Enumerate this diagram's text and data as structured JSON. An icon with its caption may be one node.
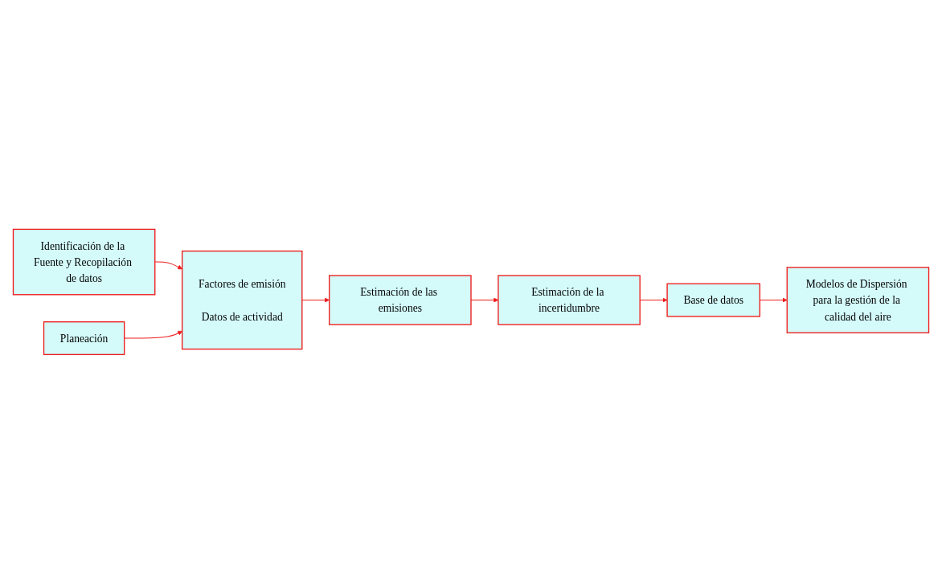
{
  "diagram": {
    "nodes": [
      {
        "text": [
          "Identificación de la Fuente y Recopilación de datos"
        ]
      },
      {
        "text": [
          "Planeación"
        ]
      },
      {
        "text": [
          "Factores de emisión",
          "Datos de actividad"
        ]
      },
      {
        "text": [
          "Estimación de las emisiones"
        ]
      },
      {
        "text": [
          "Estimación de la incertidumbre"
        ]
      },
      {
        "text": [
          "Base de datos"
        ]
      },
      {
        "text": [
          "Modelos de Dispersión para la gestión de la calidad del aire"
        ]
      }
    ],
    "edges": [
      {
        "from": 0,
        "to": 2,
        "arrow": "to"
      },
      {
        "from": 1,
        "to": 2,
        "arrow": "to"
      },
      {
        "from": 2,
        "to": 3,
        "arrow": "to"
      },
      {
        "from": 3,
        "to": 4,
        "arrow": "to"
      },
      {
        "from": 4,
        "to": 5,
        "arrow": "to"
      },
      {
        "from": 5,
        "to": 6,
        "arrow": "to"
      }
    ]
  }
}
